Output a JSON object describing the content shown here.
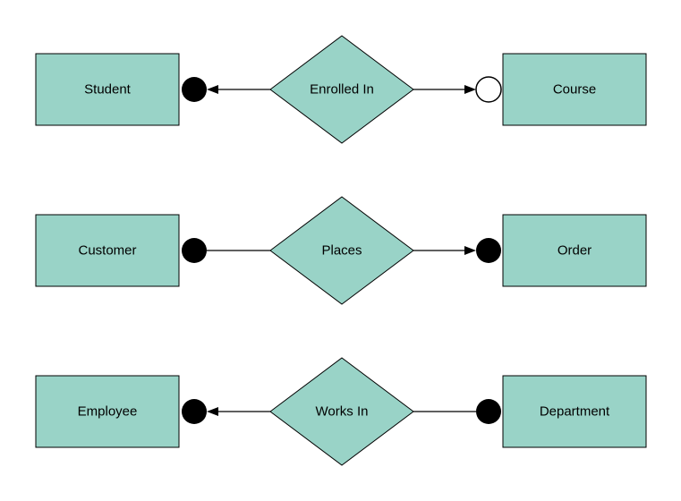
{
  "diagram": {
    "kind": "entity-relationship-diagram",
    "colors": {
      "shape_fill": "#99d3c7",
      "shape_stroke": "#000000",
      "connector": "#000000",
      "filled_marker": "#000000",
      "open_marker_fill": "#ffffff",
      "background": "#ffffff"
    },
    "rows": [
      {
        "left_entity": {
          "label": "Student",
          "shape": "rectangle"
        },
        "relationship": {
          "label": "Enrolled In",
          "shape": "diamond"
        },
        "right_entity": {
          "label": "Course",
          "shape": "rectangle"
        },
        "left_connector": {
          "marker": "filled-circle",
          "arrowhead": "pointing-left"
        },
        "right_connector": {
          "marker": "open-circle",
          "arrowhead": "pointing-right"
        }
      },
      {
        "left_entity": {
          "label": "Customer",
          "shape": "rectangle"
        },
        "relationship": {
          "label": "Places",
          "shape": "diamond"
        },
        "right_entity": {
          "label": "Order",
          "shape": "rectangle"
        },
        "left_connector": {
          "marker": "filled-circle",
          "arrowhead": "none"
        },
        "right_connector": {
          "marker": "filled-circle",
          "arrowhead": "pointing-right"
        }
      },
      {
        "left_entity": {
          "label": "Employee",
          "shape": "rectangle"
        },
        "relationship": {
          "label": "Works In",
          "shape": "diamond"
        },
        "right_entity": {
          "label": "Department",
          "shape": "rectangle"
        },
        "left_connector": {
          "marker": "filled-circle",
          "arrowhead": "pointing-left"
        },
        "right_connector": {
          "marker": "filled-circle",
          "arrowhead": "none"
        }
      }
    ]
  }
}
